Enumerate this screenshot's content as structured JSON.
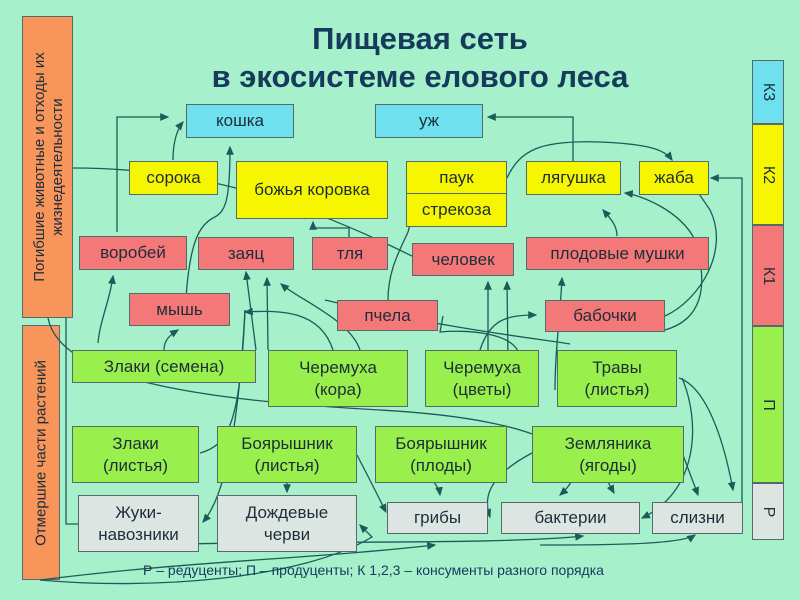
{
  "title": {
    "line1": "Пищевая сеть",
    "line2": "в экосистеме елового леса"
  },
  "side_labels": {
    "dead_animals": "Погибшие животные и отходы их жизнедеятельности",
    "dead_plants": "Отмершие части растений"
  },
  "levels": {
    "k3": "К3",
    "k2": "К2",
    "k1": "К1",
    "p": "П",
    "r": "Р"
  },
  "colors": {
    "background": "#a6f0cb",
    "k3": "#6fe0ee",
    "k2": "#f6f600",
    "k1": "#f57878",
    "producers": "#99f04c",
    "reducers": "#dde5e3",
    "side": "#f7955a",
    "arrow": "#1f5a5a"
  },
  "nodes": {
    "koshka": "кошка",
    "uzh": "уж",
    "soroka": "сорока",
    "bozhya_korovka": "божья коровка",
    "pauk": "паук",
    "strekoza": "стрекоза",
    "lyagushka": "лягушка",
    "zhaba": "жаба",
    "vorobey": "воробей",
    "zayats": "заяц",
    "tlya": "тля",
    "chelovek": "человек",
    "plodovye_mushki": "плодовые мушки",
    "mysh": "мышь",
    "pchela": "пчела",
    "babochki": "бабочки",
    "zlaki_semena": "Злаки (семена)",
    "cheremukha_kora": "Черемуха (кора)",
    "cheremukha_tsvety": "Черемуха (цветы)",
    "travy_listya": "Травы (листья)",
    "zlaki_listya": "Злаки (листья)",
    "boyaryshnik_listya": "Боярышник (листья)",
    "boyaryshnik_plody": "Боярышник (плоды)",
    "zemlyanika_yagody": "Земляника (ягоды)",
    "zhuki_navozniki": "Жуки-навозники",
    "dozhdevye_chervi": "Дождевые черви",
    "griby": "грибы",
    "bakterii": "бактерии",
    "slizni": "слизни"
  },
  "legend": "Р – редуценты; П – продуценты; К 1,2,3 – консументы разного порядка"
}
